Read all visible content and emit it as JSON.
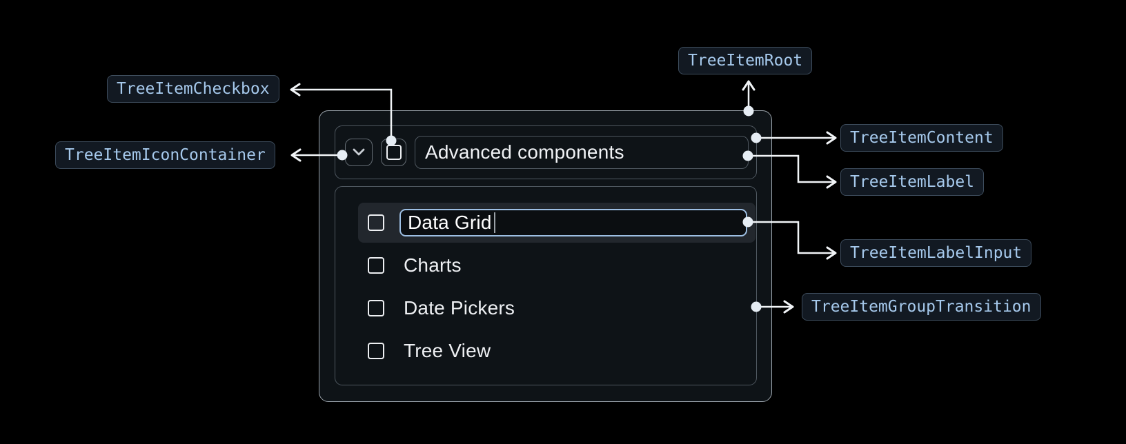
{
  "annotations": {
    "checkbox": {
      "label": "TreeItemCheckbox"
    },
    "icon_container": {
      "label": "TreeItemIconContainer"
    },
    "root": {
      "label": "TreeItemRoot"
    },
    "content": {
      "label": "TreeItemContent"
    },
    "label": {
      "label": "TreeItemLabel"
    },
    "label_input": {
      "label": "TreeItemLabelInput"
    },
    "group_transition": {
      "label": "TreeItemGroupTransition"
    }
  },
  "tree_item": {
    "parent": {
      "label": "Advanced components",
      "expanded": true,
      "icon": "chevron-down",
      "checkbox_checked": false
    },
    "children": [
      {
        "label": "Data Grid",
        "editing": true,
        "checkbox_checked": false
      },
      {
        "label": "Charts",
        "editing": false,
        "checkbox_checked": false
      },
      {
        "label": "Date Pickers",
        "editing": false,
        "checkbox_checked": false
      },
      {
        "label": "Tree View",
        "editing": false,
        "checkbox_checked": false
      }
    ]
  },
  "colors": {
    "page_bg": "#000000",
    "panel_bg": "#0e1317",
    "panel_border": "#9aa3ab",
    "inner_border": "#4f5860",
    "annotation_bg": "#121922",
    "annotation_border": "#3d4c5c",
    "annotation_text": "#a6c9ec",
    "connector": "#f2f5f8",
    "input_focus_border": "#9dbfe3",
    "editing_row_bg": "#22272d",
    "text": "#f0f2f5"
  }
}
